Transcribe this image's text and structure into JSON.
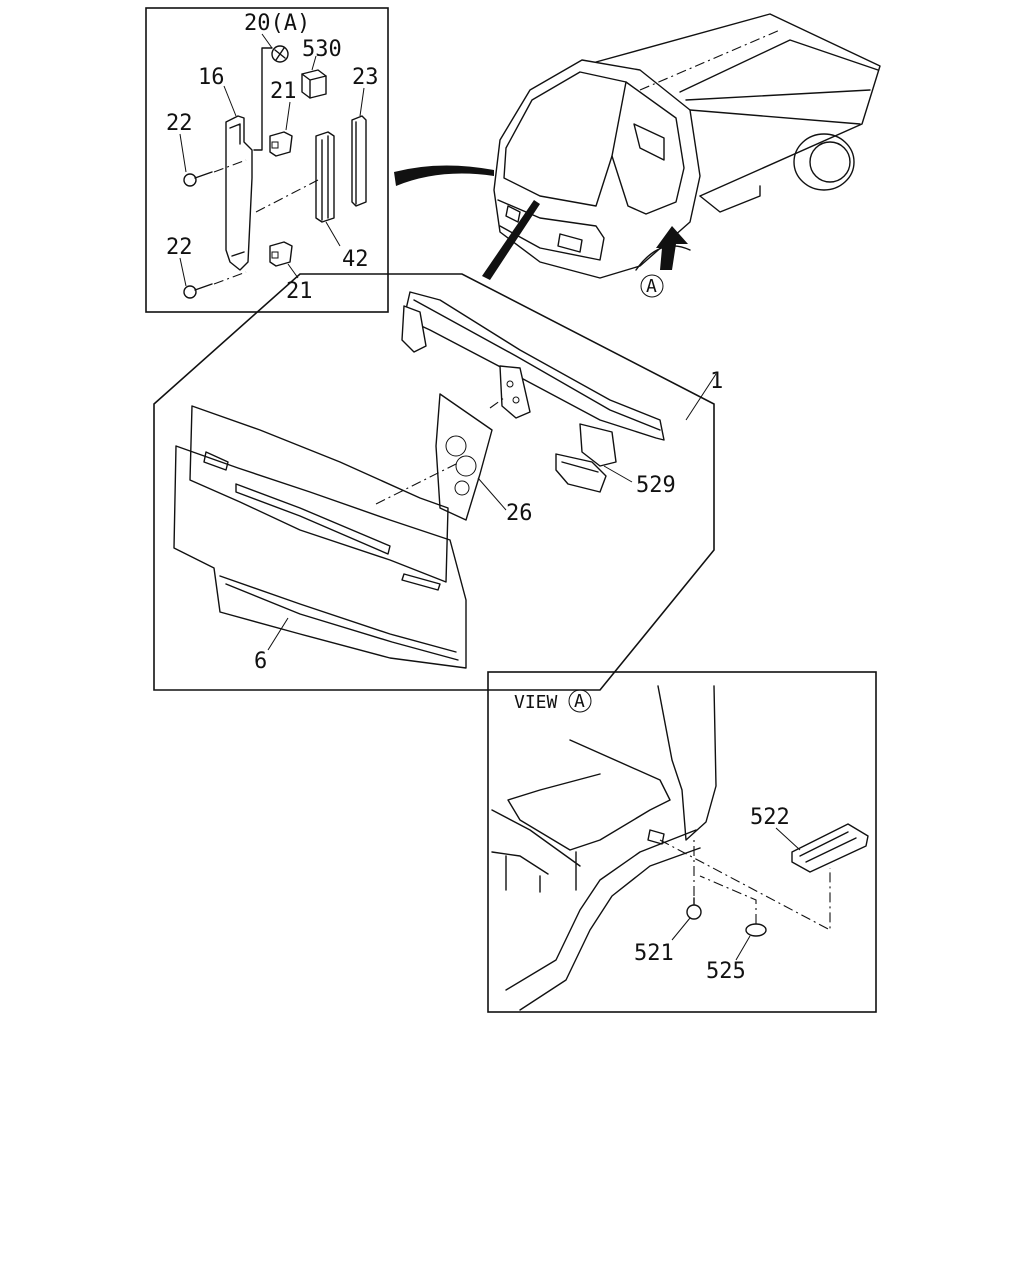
{
  "callouts": {
    "c20": "20(A)",
    "c530": "530",
    "c16": "16",
    "c21a": "21",
    "c23": "23",
    "c22a": "22",
    "c22b": "22",
    "c42": "42",
    "c21b": "21",
    "c1": "1",
    "c529": "529",
    "c26": "26",
    "c6": "6",
    "c522": "522",
    "c521": "521",
    "c525": "525"
  },
  "view": {
    "label": "VIEW",
    "marker": "A"
  },
  "truck_marker": "A"
}
